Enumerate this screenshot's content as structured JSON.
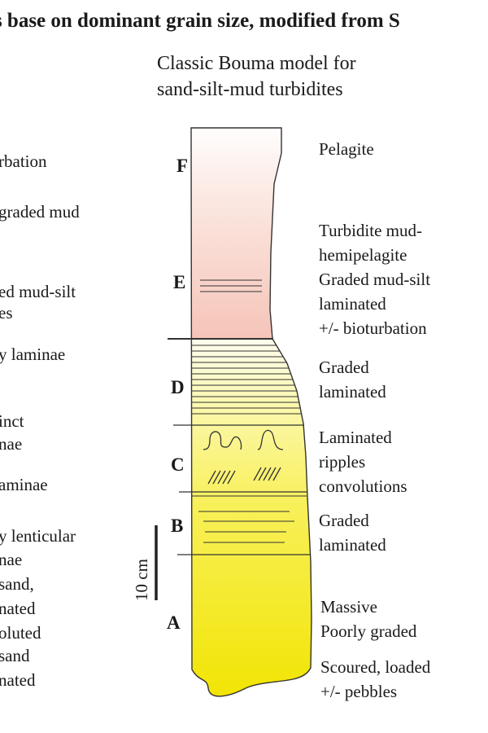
{
  "title": "ls base on dominant grain size, modified from S",
  "subtitle": [
    "Classic Bouma model for",
    "sand-silt-mud turbidites"
  ],
  "left_labels": [
    "rbation",
    "graded mud",
    "ed mud-silt",
    "es",
    "y laminae",
    "inct",
    "nae",
    "aminae",
    "y lenticular",
    "nae",
    " sand,",
    "nated",
    "oluted",
    " sand",
    "nated"
  ],
  "units": [
    "F",
    "E",
    "D",
    "C",
    "B",
    "A"
  ],
  "right_labels": {
    "F": [
      "Pelagite"
    ],
    "E": [
      "Turbidite mud-",
      "hemipelagite",
      "Graded mud-silt",
      "laminated",
      "+/- bioturbation"
    ],
    "D": [
      "Graded",
      "laminated"
    ],
    "C": [
      "Laminated",
      "ripples",
      "convolutions"
    ],
    "B": [
      "Graded",
      "laminated"
    ],
    "A": [
      "Massive",
      "Poorly graded"
    ],
    "base": [
      "Scoured, loaded",
      "+/- pebbles"
    ]
  },
  "scale_bar": "10 cm",
  "colors": {
    "mud_top": "#f9dcd3",
    "mud_bottom": "#f6c2b5",
    "sand_top": "#fcfbe0",
    "sand_mid": "#f7ee2d",
    "sand_base": "#f2e600",
    "line": "#333333"
  }
}
